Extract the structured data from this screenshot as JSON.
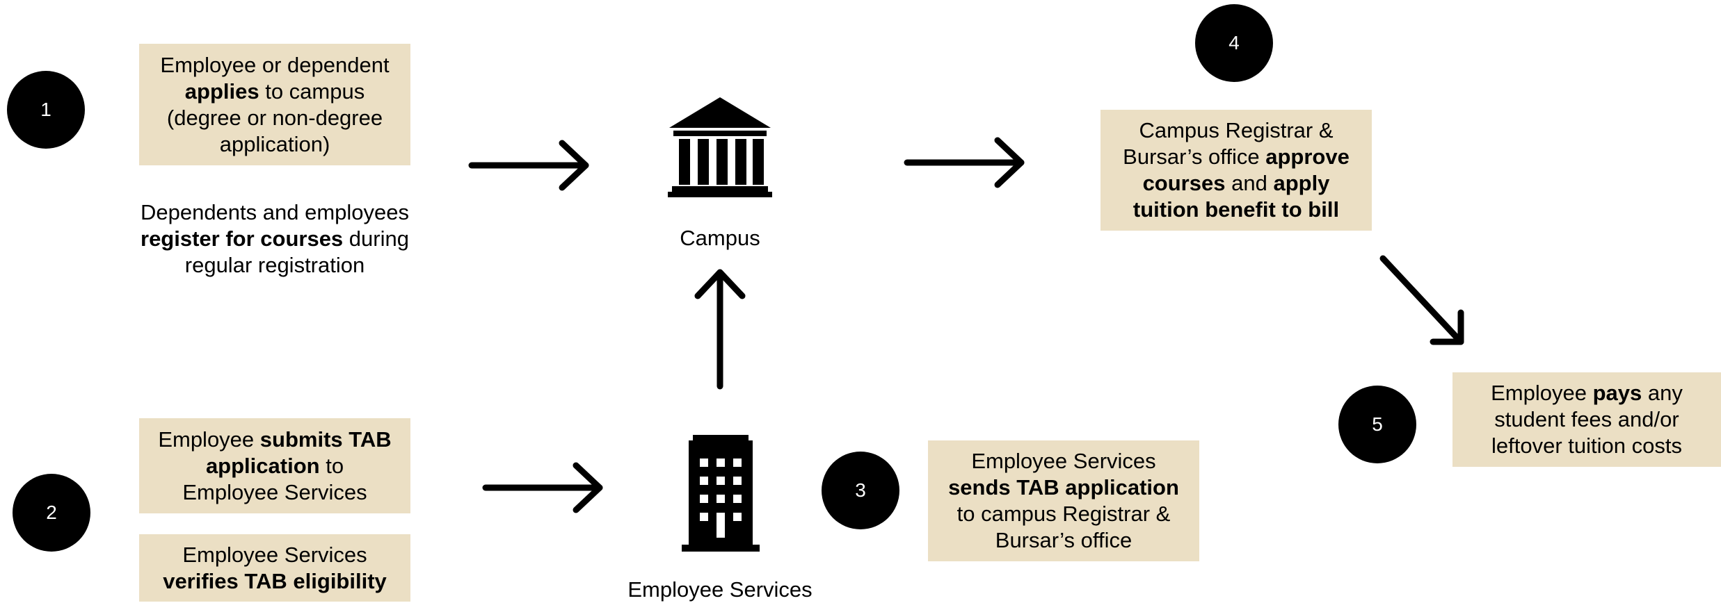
{
  "steps": {
    "s1": "1",
    "s2": "2",
    "s3": "3",
    "s4": "4",
    "s5": "5"
  },
  "boxes": {
    "apply": [
      "Employee or dependent",
      "applies",
      "to campus",
      "(degree or non-degree",
      "application)"
    ],
    "register": [
      "Dependents and employees",
      "register for courses",
      "during",
      "regular registration"
    ],
    "submit": [
      "Employee",
      "submits TAB",
      "application",
      "to",
      "Employee Services"
    ],
    "verify": [
      "Employee Services",
      "verifies TAB eligibility"
    ],
    "sends": [
      "Employee Services",
      "sends TAB application",
      "to campus Registrar &",
      "Bursar’s office"
    ],
    "approve": [
      "Campus Registrar &",
      "Bursar’s office",
      "approve",
      "courses",
      "and",
      "apply",
      "tuition benefit to bill"
    ],
    "pays": [
      "Employee",
      "pays",
      "any",
      "student fees and/or",
      "leftover tuition costs"
    ]
  },
  "labels": {
    "campus": "Campus",
    "employee_services": "Employee Services"
  },
  "icons": {
    "campus": "bank-building-icon",
    "employee_services": "office-building-icon"
  },
  "colors": {
    "box_fill": "#ebdfc4",
    "circle_fill": "#000000"
  }
}
